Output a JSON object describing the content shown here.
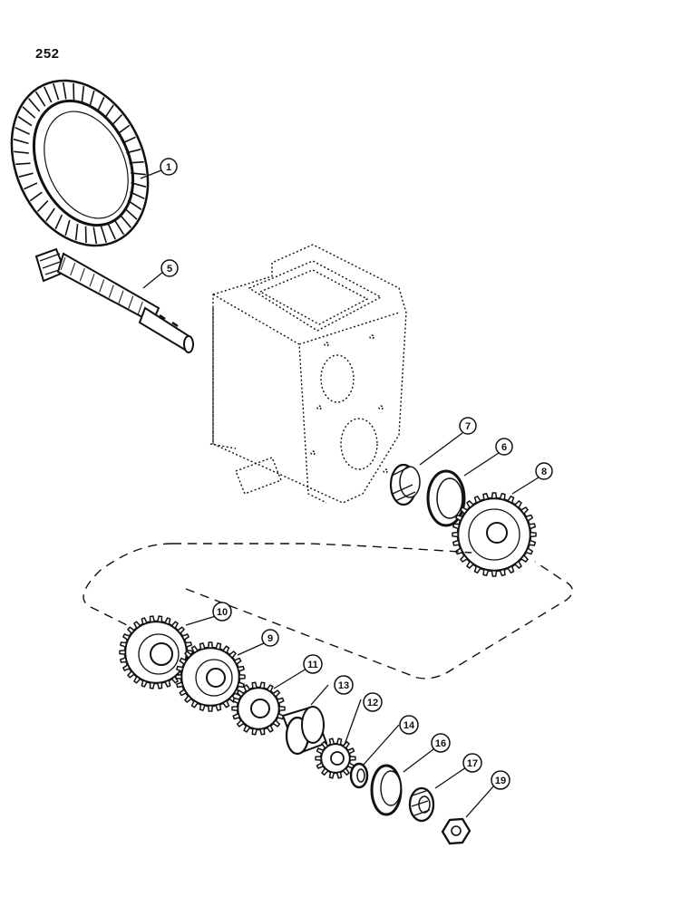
{
  "page": {
    "number": "252"
  },
  "callouts": [
    {
      "id": "1",
      "label": "1"
    },
    {
      "id": "5",
      "label": "5"
    },
    {
      "id": "7",
      "label": "7"
    },
    {
      "id": "6",
      "label": "6"
    },
    {
      "id": "8",
      "label": "8"
    },
    {
      "id": "10",
      "label": "10"
    },
    {
      "id": "9",
      "label": "9"
    },
    {
      "id": "11",
      "label": "11"
    },
    {
      "id": "13",
      "label": "13"
    },
    {
      "id": "12",
      "label": "12"
    },
    {
      "id": "14",
      "label": "14"
    },
    {
      "id": "16",
      "label": "16"
    },
    {
      "id": "17",
      "label": "17"
    },
    {
      "id": "19",
      "label": "19"
    }
  ],
  "colors": {
    "ink": "#111111",
    "paper": "#ffffff"
  }
}
